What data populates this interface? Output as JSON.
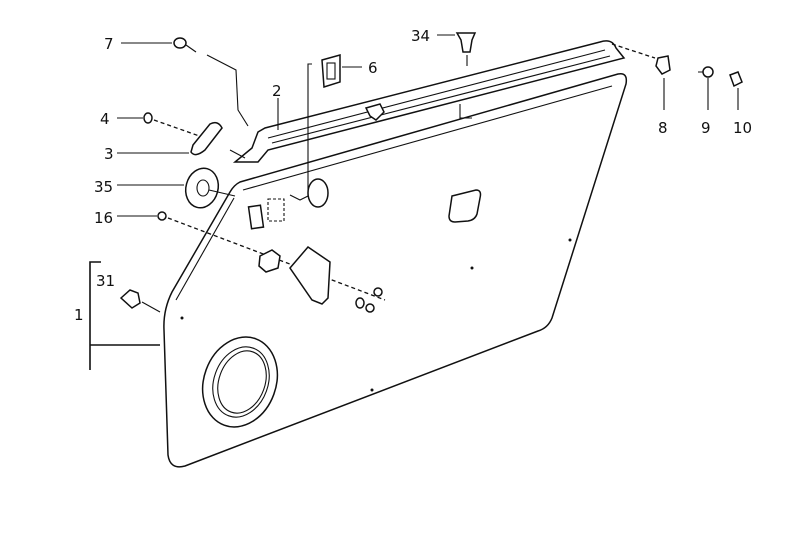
{
  "diagram": {
    "title": "Door trim panel exploded parts diagram",
    "callouts": {
      "p1": "1",
      "p2": "2",
      "p3": "3",
      "p4": "4",
      "p6": "6",
      "p7": "7",
      "p8": "8",
      "p9": "9",
      "p10": "10",
      "p16": "16",
      "p31": "31",
      "p34": "34",
      "p35": "35"
    }
  }
}
